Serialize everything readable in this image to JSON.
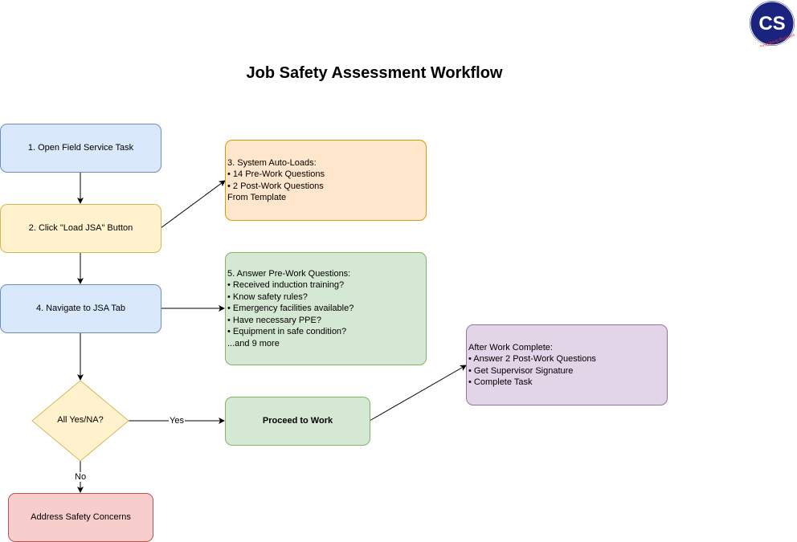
{
  "title": "Job Safety Assessment Workflow",
  "logo": {
    "text": "CS",
    "tagline": "Simplifying Business"
  },
  "nodes": {
    "open_task": "1. Open Field Service Task",
    "load_jsa": "2. Click \"Load JSA\" Button",
    "auto_loads": {
      "heading": "3. System Auto-Loads:",
      "lines": [
        "• 14 Pre-Work Questions",
        "• 2 Post-Work Questions",
        "From Template"
      ]
    },
    "navigate": "4. Navigate to JSA Tab",
    "answer_pre": {
      "heading": "5. Answer Pre-Work Questions:",
      "lines": [
        "• Received induction training?",
        "• Know safety rules?",
        "• Emergency facilities available?",
        "• Have necessary PPE?",
        "• Equipment in safe condition?",
        "...and 9 more"
      ]
    },
    "decision": "All Yes/NA?",
    "proceed": "Proceed to Work",
    "address": "Address Safety Concerns",
    "after_work": {
      "heading": "After Work Complete:",
      "lines": [
        "• Answer 2 Post-Work Questions",
        "• Get Supervisor Signature",
        "• Complete Task"
      ]
    }
  },
  "edge_labels": {
    "yes": "Yes",
    "no": "No"
  },
  "colors": {
    "blue_fill": "#dae8fc",
    "yellow_fill": "#fff2cc",
    "orange_fill": "#ffe6cc",
    "green_fill": "#d5e8d4",
    "purple_fill": "#e1d5e7",
    "red_fill": "#f8cecc",
    "logo_navy": "#1a237e",
    "logo_accent": "#e53935"
  }
}
